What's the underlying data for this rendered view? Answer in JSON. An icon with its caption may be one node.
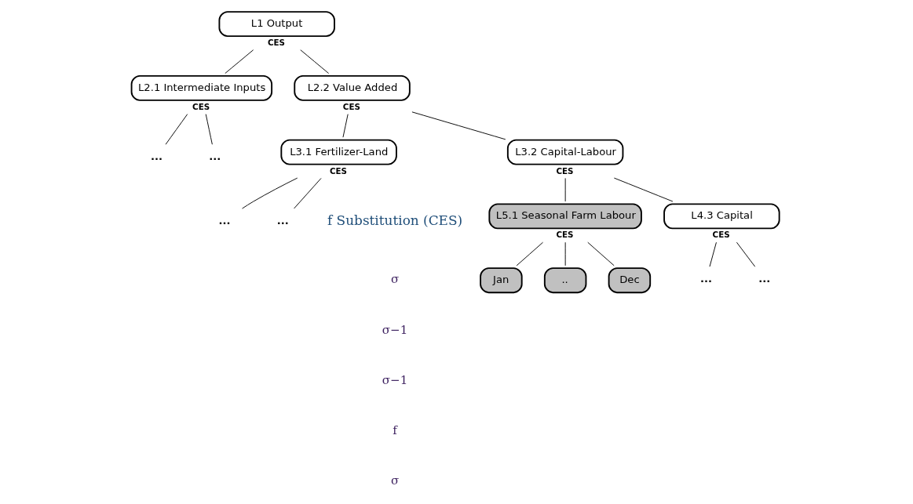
{
  "diagram": {
    "nodes": [
      {
        "text": [
          "L1 Output"
        ],
        "beside": [
          "CES"
        ]
      },
      {
        "text": [
          "L2.1 Intermediate Inputs"
        ],
        "beside": [
          "CES"
        ]
      },
      {
        "text": [
          "L2.2 Value Added"
        ],
        "beside": [
          "CES"
        ]
      },
      {
        "text": [
          "..."
        ]
      },
      {
        "text": [
          "..."
        ]
      },
      {
        "text": [
          "L3.1 Fertilizer-Land"
        ],
        "beside": [
          "CES"
        ]
      },
      {
        "text": [
          "L3.2 Capital-Labour"
        ],
        "beside": [
          "CES"
        ]
      },
      {
        "text": [
          "..."
        ]
      },
      {
        "text": [
          "..."
        ]
      },
      {
        "text": [
          "L5.1 Seasonal Farm Labour"
        ],
        "beside": [
          "CES"
        ]
      },
      {
        "text": [
          "L4.3 Capital"
        ],
        "beside": [
          "CES"
        ]
      },
      {
        "text": [
          "Jan"
        ]
      },
      {
        "text": [
          ".."
        ]
      },
      {
        "text": [
          "Dec"
        ]
      },
      {
        "text": [
          "..."
        ]
      },
      {
        "text": [
          "..."
        ]
      }
    ],
    "edges": [
      {
        "from": 0,
        "to": 1,
        "arrow": "none"
      },
      {
        "from": 0,
        "to": 2,
        "arrow": "none"
      },
      {
        "from": 1,
        "to": 3,
        "arrow": "none"
      },
      {
        "from": 1,
        "to": 4,
        "arrow": "none"
      },
      {
        "from": 2,
        "to": 5,
        "arrow": "none"
      },
      {
        "from": 2,
        "to": 6,
        "arrow": "none"
      },
      {
        "from": 5,
        "to": 7,
        "arrow": "none"
      },
      {
        "from": 5,
        "to": 8,
        "arrow": "none"
      },
      {
        "from": 6,
        "to": 9,
        "arrow": "none"
      },
      {
        "from": 6,
        "to": 10,
        "arrow": "none"
      },
      {
        "from": 9,
        "to": 11,
        "arrow": "none"
      },
      {
        "from": 9,
        "to": 12,
        "arrow": "none"
      },
      {
        "from": 9,
        "to": 13,
        "arrow": "none"
      },
      {
        "from": 10,
        "to": 14,
        "arrow": "none"
      },
      {
        "from": 10,
        "to": 15,
        "arrow": "none"
      }
    ],
    "labels": [
      "f Substitution (CES)",
      "σ",
      "σ−1",
      "σ−1",
      "f",
      "σ"
    ]
  }
}
